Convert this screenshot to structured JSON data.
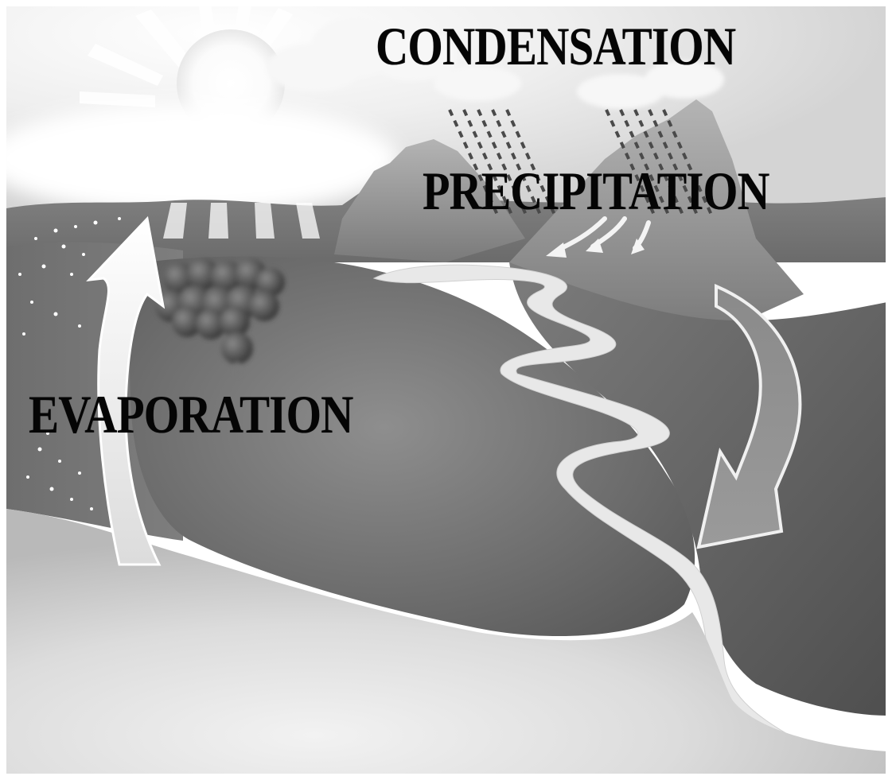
{
  "labels": {
    "condensation": "CONDENSATION",
    "precipitation": "PRECIPITATION",
    "evaporation": "EVAPORATION"
  },
  "colors": {
    "sky": "#f4f4f4",
    "land_dark": "#6a6a6a",
    "land_mid": "#8c8c8c",
    "river": "#e6e6e6",
    "arrow": "#f2f2f2",
    "text": "#050505"
  }
}
